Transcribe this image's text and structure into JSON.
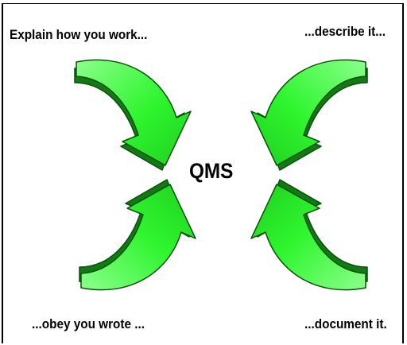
{
  "captions": {
    "top_left": "Explain how you work...",
    "top_right": "...describe it...",
    "bottom_left": "...obey you wrote ...",
    "bottom_right": "...document it."
  },
  "center_label": "QMS",
  "colors": {
    "arrow_face": "#2ef52e",
    "arrow_face_light": "#8cff8c",
    "arrow_shadow": "#127a12",
    "arrow_outline": "#0b4f0b",
    "text": "#000000",
    "border": "#000000"
  },
  "arrow_icons": [
    "curved-arrow-down-right",
    "curved-arrow-down-left",
    "curved-arrow-up-right",
    "curved-arrow-up-left"
  ]
}
